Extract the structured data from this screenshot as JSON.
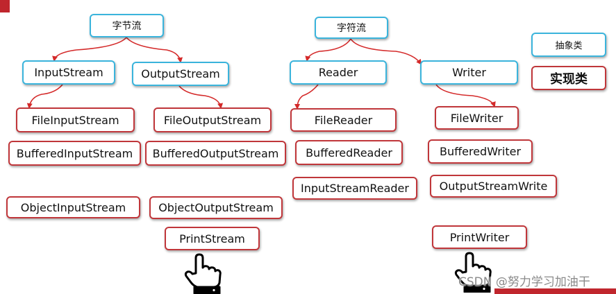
{
  "byte_stream": {
    "root": "字节流",
    "input": "InputStream",
    "output": "OutputStream",
    "file_input": "FileInputStream",
    "buffered_input": "BufferedInputStream",
    "object_input": "ObjectInputStream",
    "file_output": "FileOutputStream",
    "buffered_output": "BufferedOutputStream",
    "object_output": "ObjectOutputStream",
    "print_stream": "PrintStream"
  },
  "char_stream": {
    "root": "字符流",
    "reader": "Reader",
    "writer": "Writer",
    "file_reader": "FileReader",
    "buffered_reader": "BufferedReader",
    "input_stream_reader": "InputStreamReader",
    "file_writer": "FileWriter",
    "buffered_writer": "BufferedWriter",
    "output_stream_write": "OutputStreamWrite",
    "print_writer": "PrintWriter"
  },
  "legend": {
    "abstract": "抽象类",
    "implementation": "实现类"
  },
  "watermark": "CSDN @努力学习加油干",
  "colors": {
    "abstract_border": "#3ab4dc",
    "impl_border": "#c0363a",
    "arrow": "#d42a2a"
  },
  "icons": [
    "pointing-hand-icon",
    "pointing-hand-icon"
  ]
}
